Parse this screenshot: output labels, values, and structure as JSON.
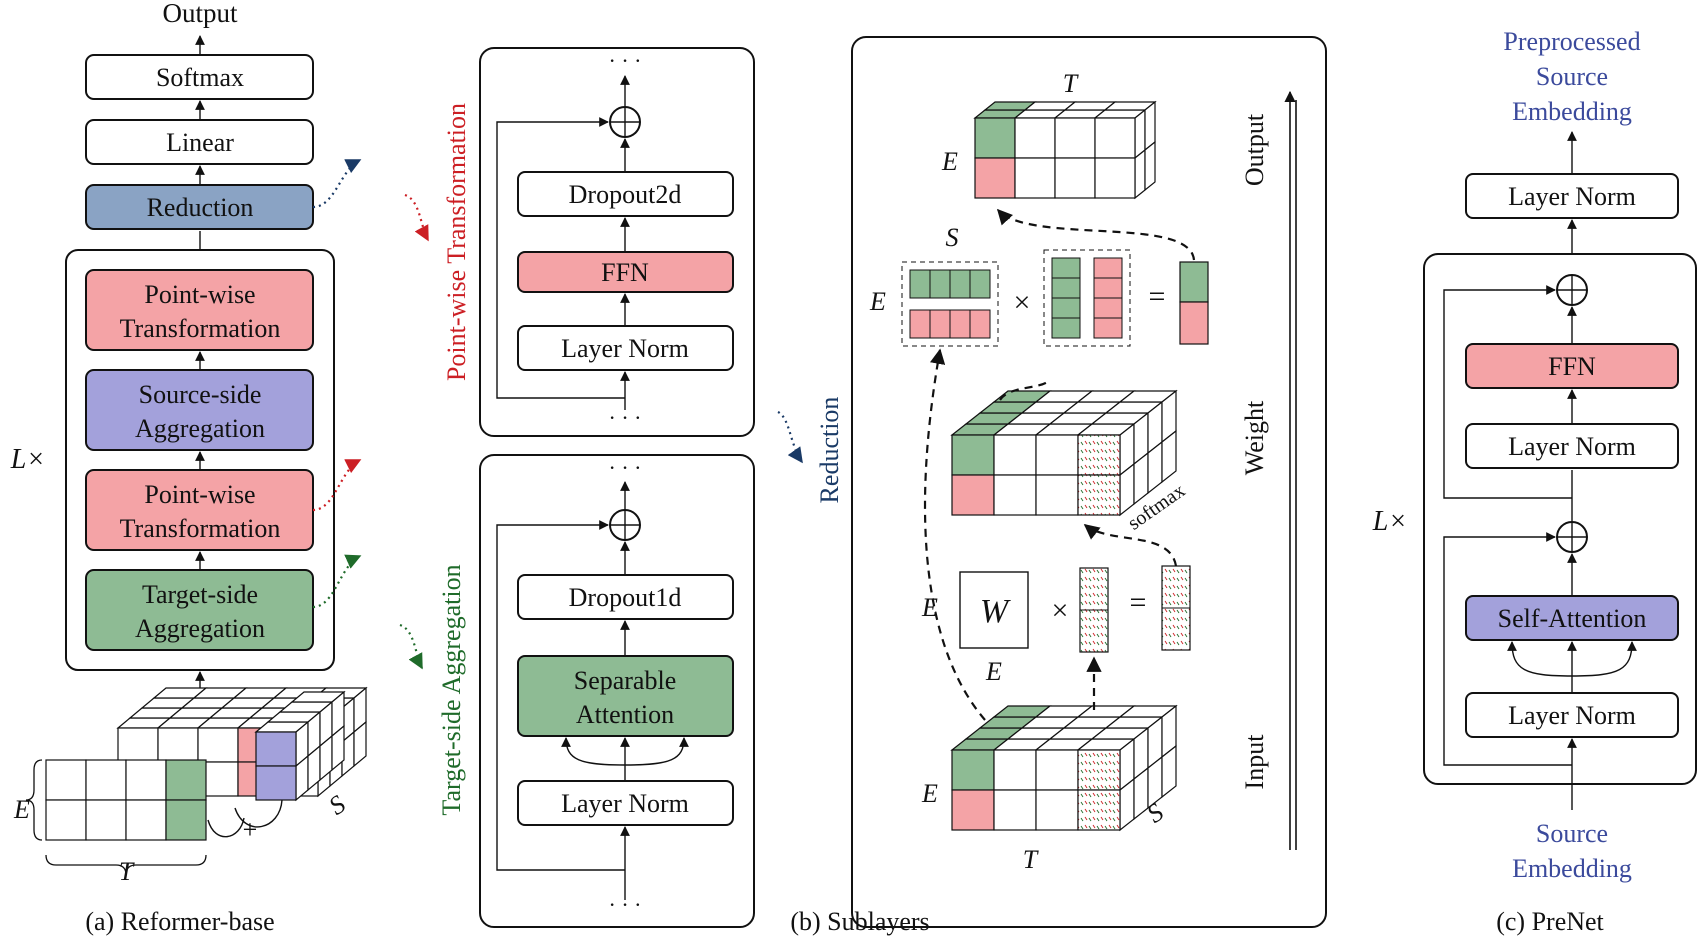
{
  "colors": {
    "red": "#f4a3a6",
    "green": "#8ebb94",
    "purple": "#a3a1db",
    "blue": "#8aa3c4",
    "blue_text": "#3b4a9c",
    "red_text": "#cc1f24",
    "green_text": "#1f6b2a",
    "navy_text": "#1a3a66"
  },
  "panel_a": {
    "output": "Output",
    "softmax": "Softmax",
    "linear": "Linear",
    "reduction": "Reduction",
    "pw1_l1": "Point-wise",
    "pw1_l2": "Transformation",
    "src_l1": "Source-side",
    "src_l2": "Aggregation",
    "pw2_l1": "Point-wise",
    "pw2_l2": "Transformation",
    "tgt_l1": "Target-side",
    "tgt_l2": "Aggregation",
    "repeat": "L×",
    "dim_e": "E",
    "dim_t": "T",
    "dim_s": "S",
    "plus": "+",
    "caption": "(a) Reformer-base"
  },
  "panel_b": {
    "ellipsis": "· · ·",
    "dropout2d": "Dropout2d",
    "ffn": "FFN",
    "layer_norm": "Layer Norm",
    "dropout1d": "Dropout1d",
    "sep_l1": "Separable",
    "sep_l2": "Attention",
    "label_pw": "Point-wise Transformation",
    "label_tgt": "Target-side Aggregation",
    "label_red": "Reduction",
    "axis_output": "Output",
    "axis_weight": "Weight",
    "axis_input": "Input",
    "dim_t": "T",
    "dim_e": "E",
    "dim_s": "S",
    "w": "W",
    "times": "×",
    "equals": "=",
    "softmax": "softmax",
    "caption": "(b) Sublayers"
  },
  "panel_c": {
    "pre_l1": "Preprocessed",
    "pre_l2": "Source",
    "pre_l3": "Embedding",
    "layer_norm": "Layer Norm",
    "ffn": "FFN",
    "self_attn": "Self-Attention",
    "src_l1": "Source",
    "src_l2": "Embedding",
    "repeat": "L×",
    "caption": "(c) PreNet"
  }
}
